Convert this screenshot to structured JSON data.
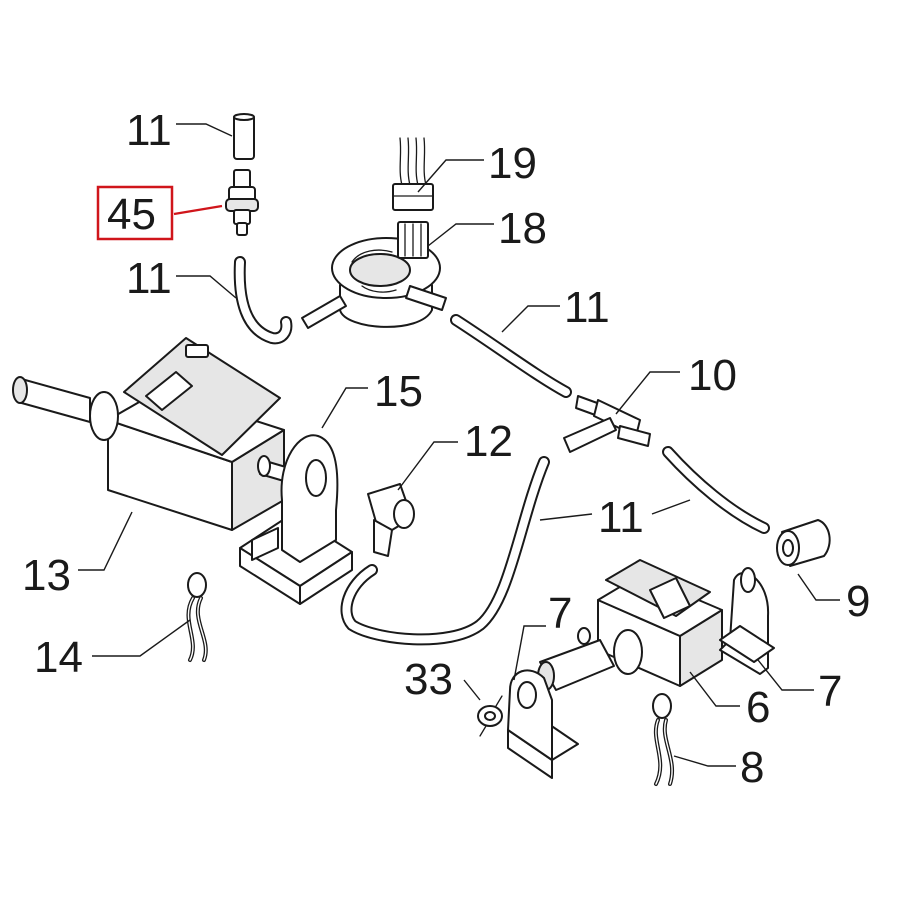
{
  "highlight_color": "#d0151b",
  "labels": {
    "l11a": "11",
    "l45": "45",
    "l11b": "11",
    "l19": "19",
    "l18": "18",
    "l11c": "11",
    "l10": "10",
    "l15": "15",
    "l12": "12",
    "l11d": "11",
    "l13": "13",
    "l9": "9",
    "l7a": "7",
    "l14": "14",
    "l33": "33",
    "l6": "6",
    "l7b": "7",
    "l8": "8"
  }
}
